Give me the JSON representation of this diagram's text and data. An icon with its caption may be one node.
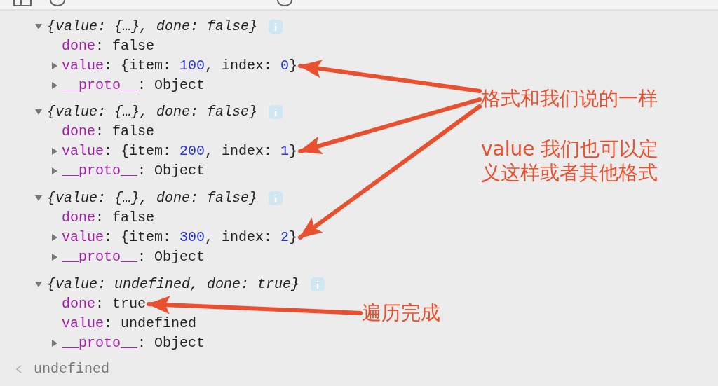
{
  "diagram": {
    "nodes": [
      {
        "text": [
          "value: {item: 100, index: 0}"
        ]
      },
      {
        "text": [
          "value: {item: 200, index: 1}"
        ]
      },
      {
        "text": [
          "value: {item: 300, index: 2}"
        ]
      },
      {
        "text": [
          "done: true"
        ]
      },
      {
        "text": [
          "格式和我们说的一样"
        ]
      },
      {
        "text": [
          "value 我们也可以定义这样或者其他格式"
        ]
      },
      {
        "text": [
          "遍历完成"
        ]
      }
    ],
    "edges": [
      {
        "from": 4,
        "to": 0,
        "arrow": "to"
      },
      {
        "from": 4,
        "to": 1,
        "arrow": "to"
      },
      {
        "from": 4,
        "to": 2,
        "arrow": "to"
      },
      {
        "from": 6,
        "to": 3,
        "arrow": "to"
      }
    ],
    "labels": [
      "{value: {…}, done: false}",
      "done: false",
      "__proto__: Object",
      "{value: {…}, done: false}",
      "done: false",
      "__proto__: Object",
      "{value: {…}, done: false}",
      "done: false",
      "__proto__: Object",
      "{value: undefined, done: true}",
      "value: undefined",
      "__proto__: Object",
      "undefined"
    ]
  }
}
